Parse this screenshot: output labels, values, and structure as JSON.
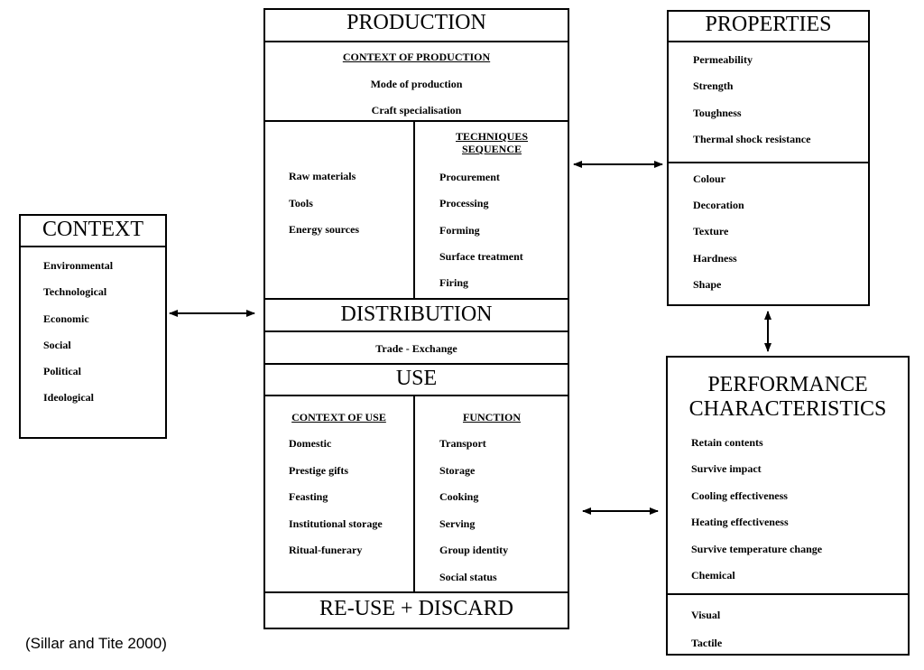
{
  "production": {
    "title": "PRODUCTION",
    "context_heading": "CONTEXT OF PRODUCTION",
    "context_items": [
      "Mode of production",
      "Craft specialisation"
    ],
    "left_items": [
      "Raw materials",
      "Tools",
      "Energy sources"
    ],
    "techniques_heading_1": "TECHNIQUES",
    "techniques_heading_2": "SEQUENCE",
    "techniques_items": [
      "Procurement",
      "Processing",
      "Forming",
      "Surface treatment",
      "Firing"
    ]
  },
  "distribution": {
    "title": "DISTRIBUTION",
    "item": "Trade - Exchange"
  },
  "use": {
    "title": "USE",
    "context_heading": "CONTEXT OF USE",
    "context_items": [
      "Domestic",
      "Prestige gifts",
      "Feasting",
      "Institutional storage",
      "Ritual-funerary"
    ],
    "function_heading": "FUNCTION",
    "function_items": [
      "Transport",
      "Storage",
      "Cooking",
      "Serving",
      "Group identity",
      "Social status"
    ]
  },
  "reuse": {
    "title": "RE-USE + DISCARD"
  },
  "context": {
    "title": "CONTEXT",
    "items": [
      "Environmental",
      "Technological",
      "Economic",
      "Social",
      "Political",
      "Ideological"
    ]
  },
  "properties": {
    "title": "PROPERTIES",
    "top_items": [
      "Permeability",
      "Strength",
      "Toughness",
      "Thermal shock resistance"
    ],
    "bottom_items": [
      "Colour",
      "Decoration",
      "Texture",
      "Hardness",
      "Shape"
    ]
  },
  "performance": {
    "title_line1": "PERFORMANCE",
    "title_line2": "CHARACTERISTICS",
    "top_items": [
      "Retain contents",
      "Survive impact",
      "Cooling effectiveness",
      "Heating effectiveness",
      "Survive temperature change",
      "Chemical"
    ],
    "bottom_items": [
      "Visual",
      "Tactile"
    ]
  },
  "caption": "(Sillar and Tite 2000)"
}
